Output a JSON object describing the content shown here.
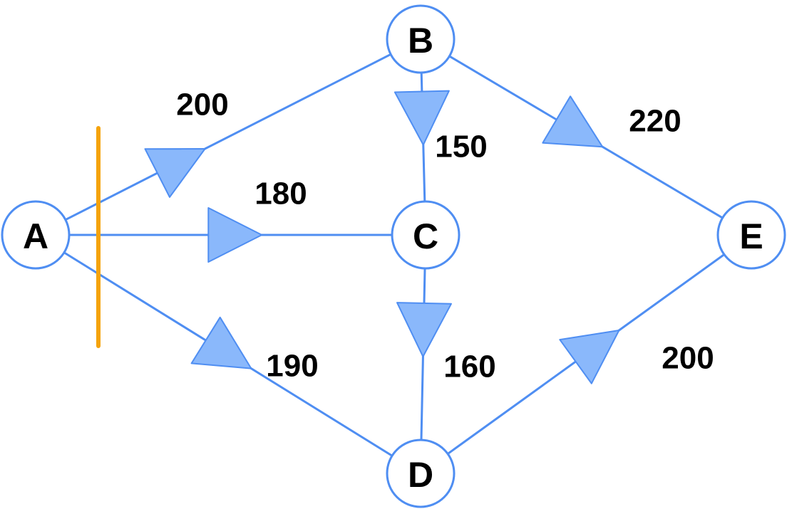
{
  "colors": {
    "edge": "#4f8ef2",
    "arrow_fill": "#8ab8fb",
    "cut": "#f5a30a",
    "node_fill": "#ffffff",
    "text": "#000000"
  },
  "nodes": [
    {
      "id": "A",
      "label": "A"
    },
    {
      "id": "B",
      "label": "B"
    },
    {
      "id": "C",
      "label": "C"
    },
    {
      "id": "D",
      "label": "D"
    },
    {
      "id": "E",
      "label": "E"
    }
  ],
  "edges": [
    {
      "from": "A",
      "to": "B",
      "capacity": "200"
    },
    {
      "from": "A",
      "to": "C",
      "capacity": "180"
    },
    {
      "from": "A",
      "to": "D",
      "capacity": "190"
    },
    {
      "from": "B",
      "to": "C",
      "capacity": "150"
    },
    {
      "from": "C",
      "to": "D",
      "capacity": "160"
    },
    {
      "from": "B",
      "to": "E",
      "capacity": "220"
    },
    {
      "from": "D",
      "to": "E",
      "capacity": "200"
    }
  ],
  "cut": {
    "crosses": [
      "A-B",
      "A-C",
      "A-D"
    ]
  }
}
